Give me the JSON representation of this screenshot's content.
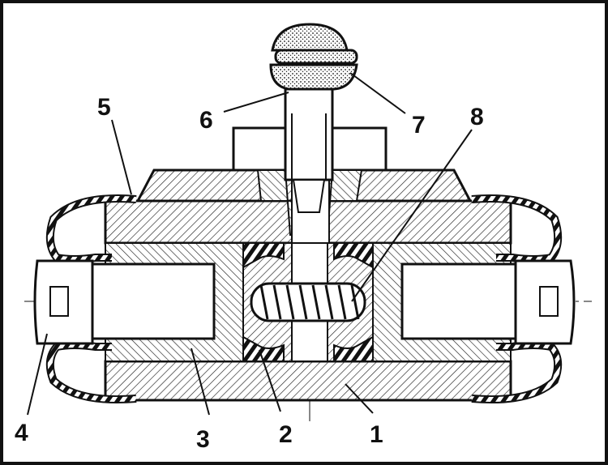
{
  "figure": {
    "kind": "wheel-cylinder-cross-section",
    "callouts": [
      {
        "id": "c1",
        "text": "1"
      },
      {
        "id": "c2",
        "text": "2"
      },
      {
        "id": "c3",
        "text": "3"
      },
      {
        "id": "c4",
        "text": "4"
      },
      {
        "id": "c5",
        "text": "5"
      },
      {
        "id": "c6",
        "text": "6"
      },
      {
        "id": "c7",
        "text": "7"
      },
      {
        "id": "c8",
        "text": "8"
      }
    ]
  },
  "colors": {
    "ink": "#111111",
    "background": "#ffffff",
    "hatch": "#222222"
  }
}
